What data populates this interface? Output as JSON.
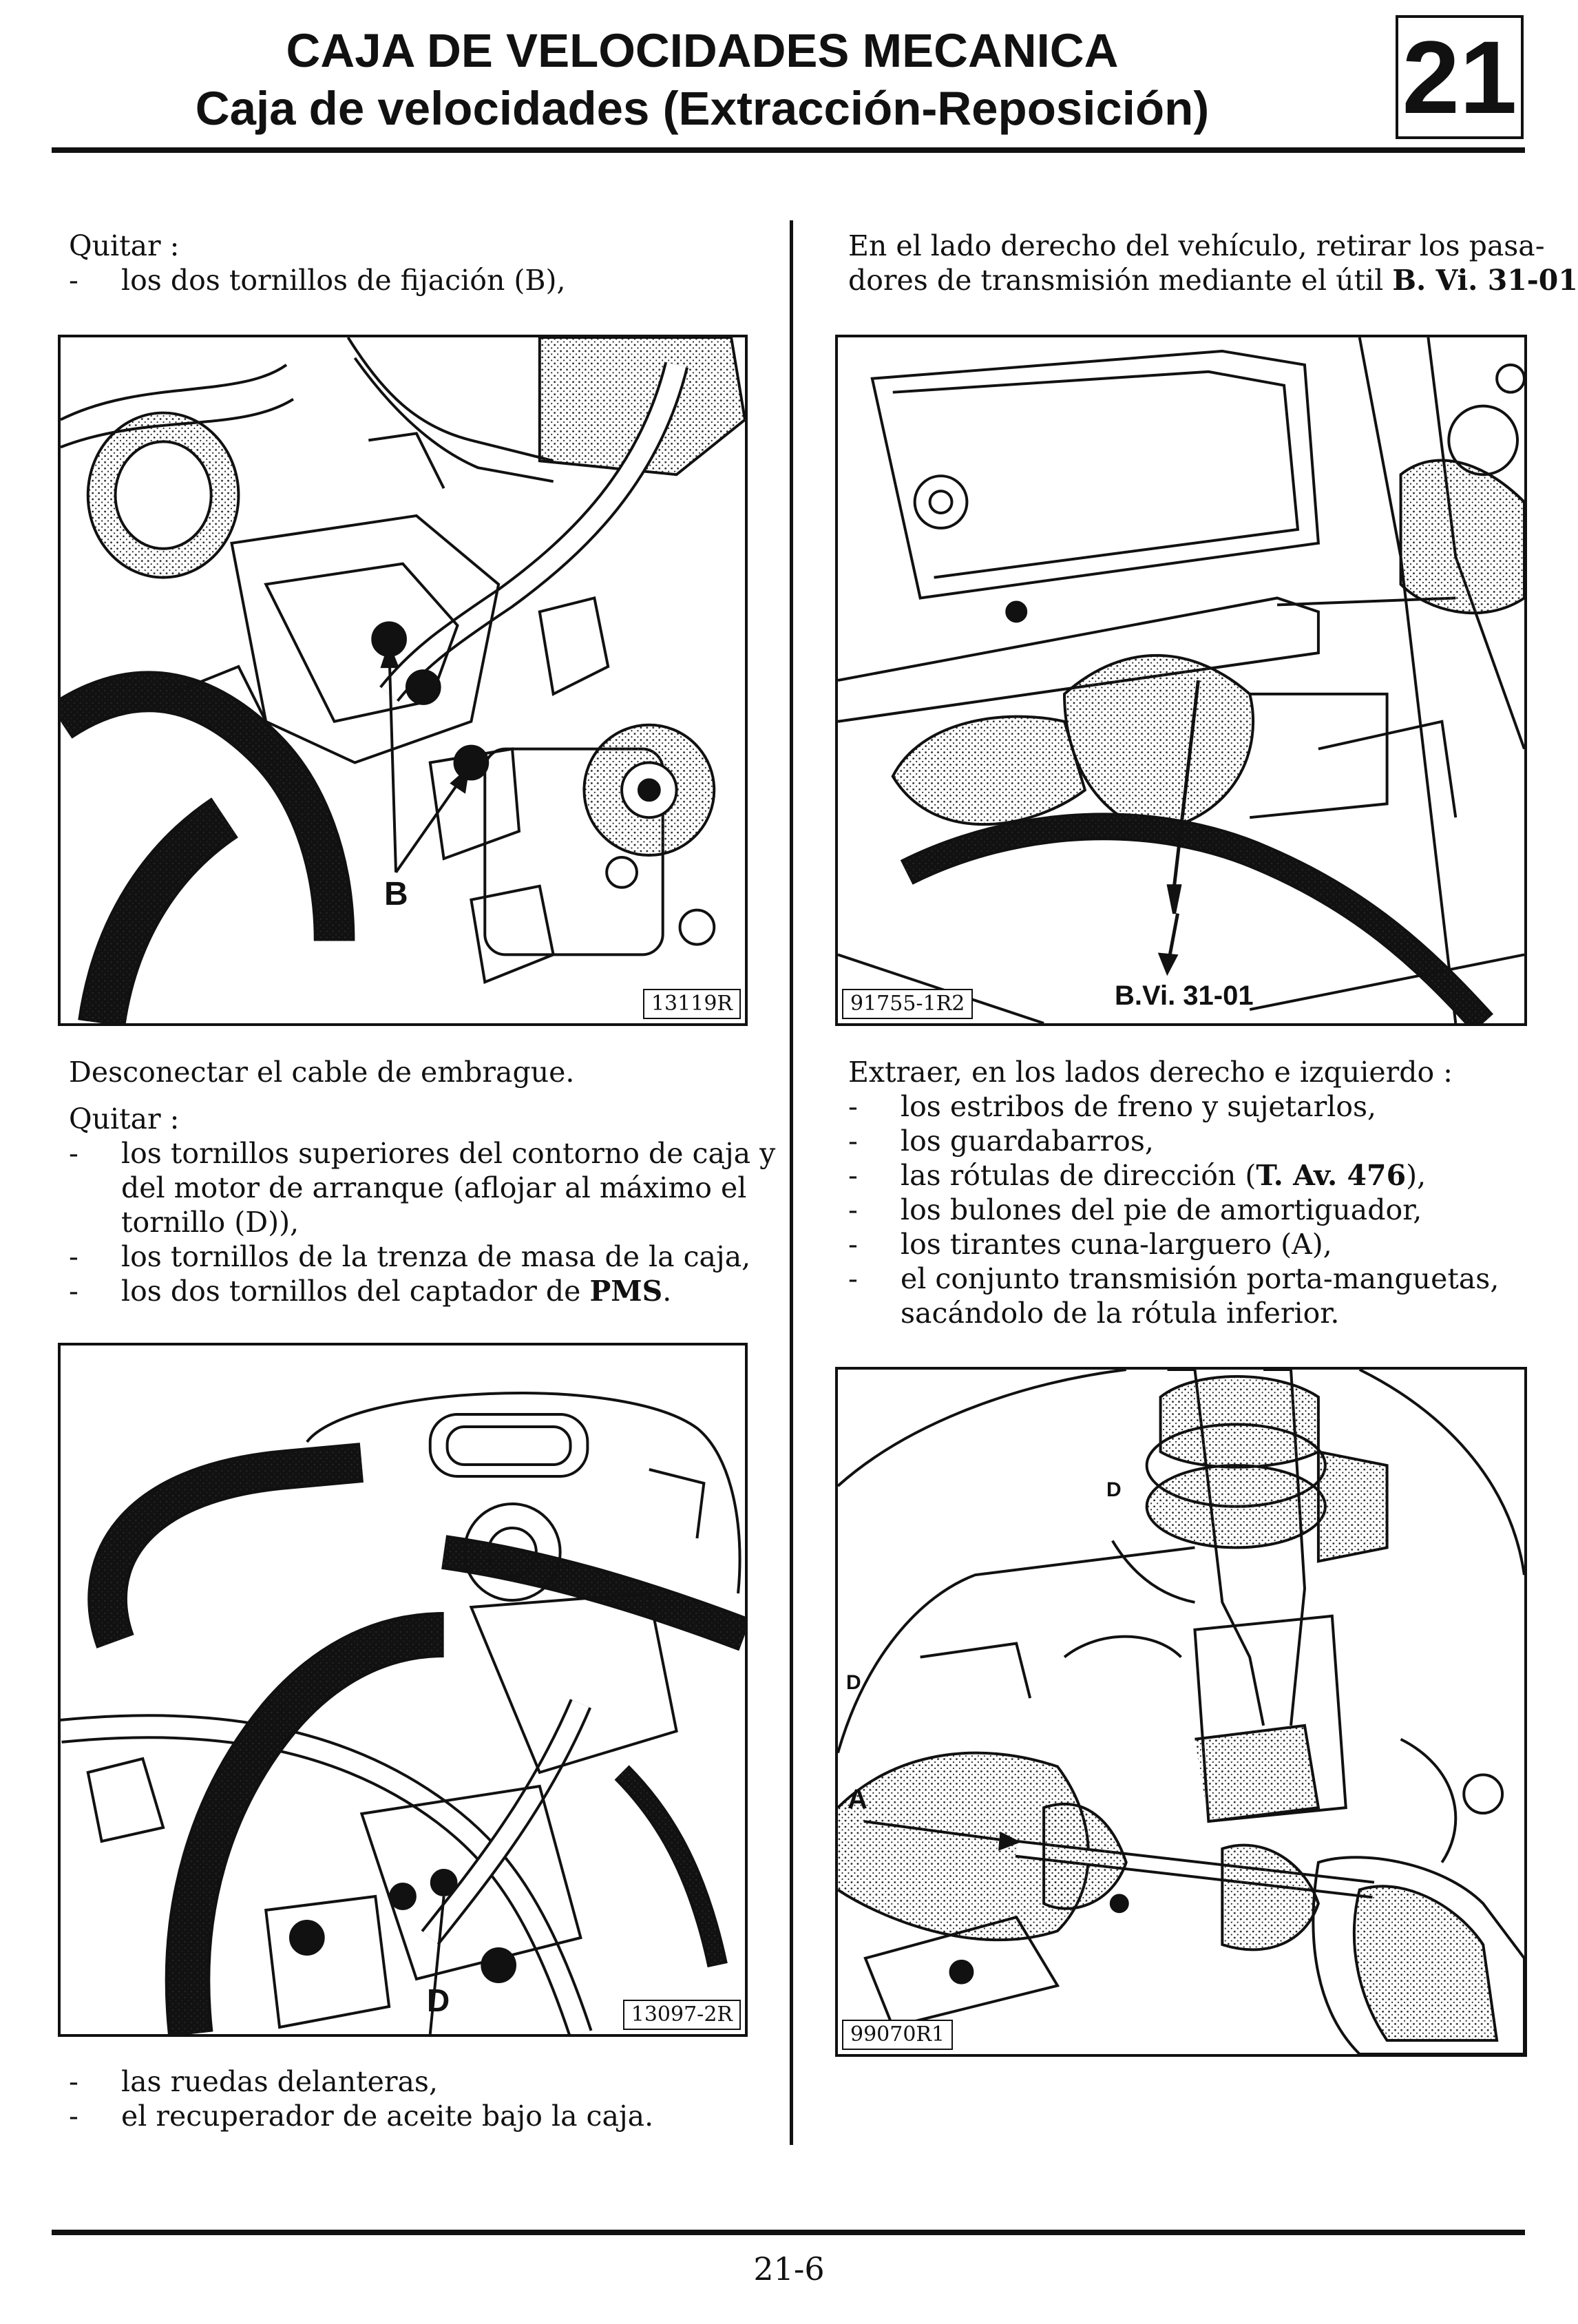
{
  "header": {
    "title_line1": "CAJA DE VELOCIDADES MECANICA",
    "title_line2": "Caja de velocidades (Extracción-Reposición)",
    "chapter": "21"
  },
  "dash": "-",
  "left": {
    "block1": {
      "intro": "Quitar :",
      "items": [
        "los dos tornillos de fijación (B),"
      ]
    },
    "figure1": {
      "ref": "13119R",
      "callouts": [
        "B"
      ]
    },
    "block2": {
      "line1": "Desconectar el cable de embrague.",
      "intro": "Quitar :",
      "item1_lines": [
        "los tornillos superiores del contorno de caja y",
        "del motor de arranque (aflojar al máximo el",
        "tornillo (D)),"
      ],
      "item2": "los tornillos de la trenza de masa de la caja,",
      "item3_pre": "los dos tornillos del captador de ",
      "item3_bold": "PMS",
      "item3_post": "."
    },
    "figure2": {
      "ref": "13097-2R",
      "callouts": [
        "D",
        "D"
      ]
    },
    "block3": {
      "items": [
        "las ruedas delanteras,",
        "el recuperador de aceite bajo la caja."
      ]
    }
  },
  "right": {
    "block1": {
      "line1": "En el lado derecho del vehículo, retirar los pasa-",
      "line2_pre": "dores de transmisión mediante el útil ",
      "line2_bold": "B. Vi. 31-01",
      "line2_post": "."
    },
    "figure1": {
      "ref": "91755-1R2",
      "callouts": [
        "B.Vi. 31-01"
      ]
    },
    "block2": {
      "intro": "Extraer, en los lados derecho e izquierdo :",
      "item1": "los estribos de freno y sujetarlos,",
      "item2": "los guardabarros,",
      "item3_pre": "las rótulas de dirección (",
      "item3_bold": "T. Av. 476",
      "item3_post": "),",
      "item4": "los bulones del pie de amortiguador,",
      "item5": "los tirantes cuna-larguero (A),",
      "item6_lines": [
        "el conjunto transmisión porta-manguetas,",
        "sacándolo de la rótula inferior."
      ]
    },
    "figure2": {
      "ref": "99070R1",
      "callouts": [
        "A",
        "D",
        "D"
      ]
    }
  },
  "page_number": "21-6"
}
